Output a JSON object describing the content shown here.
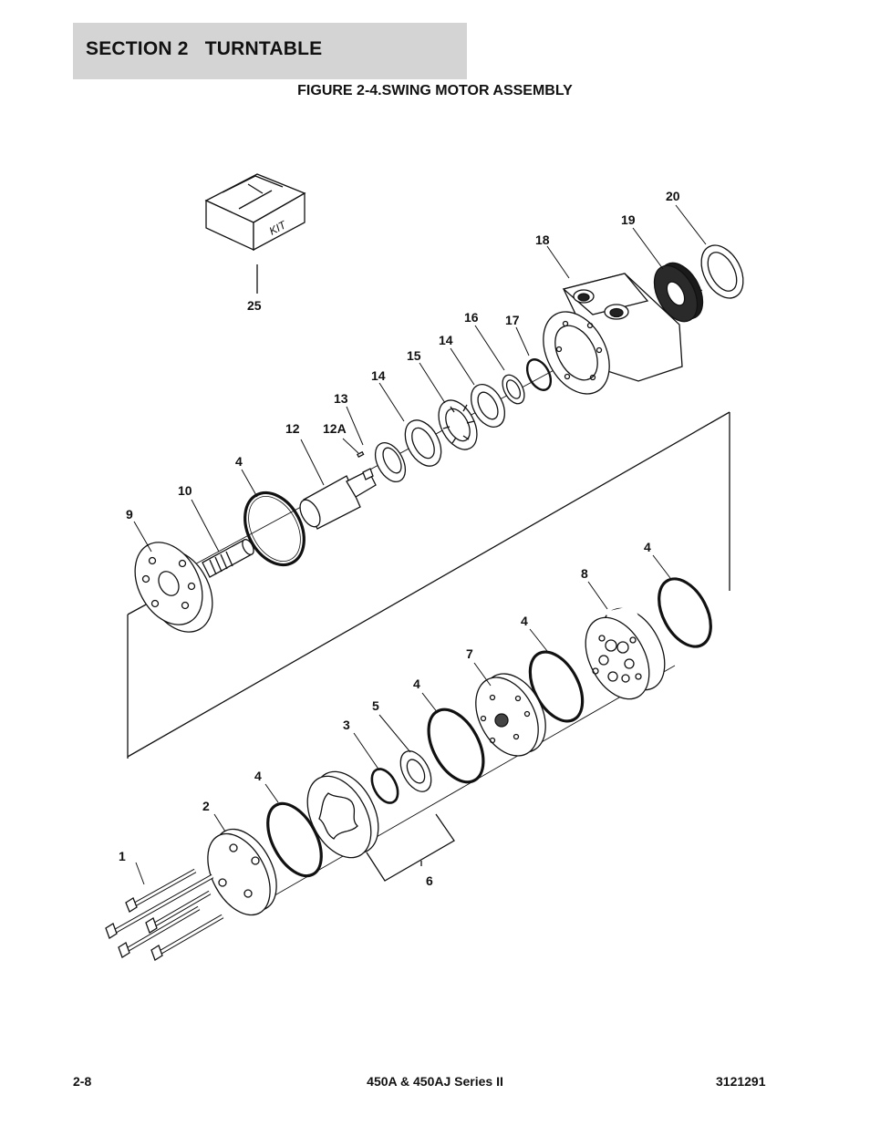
{
  "header": {
    "section_title": "SECTION 2   TURNTABLE",
    "figure_title": "FIGURE 2-4.SWING MOTOR ASSEMBLY"
  },
  "diagram": {
    "kit_label": "KIT",
    "callouts": {
      "c1": "1",
      "c2": "2",
      "c3": "3",
      "c4a": "4",
      "c4b": "4",
      "c4c": "4",
      "c4d": "4",
      "c4e": "4",
      "c5": "5",
      "c6": "6",
      "c7": "7",
      "c8": "8",
      "c9": "9",
      "c10": "10",
      "c12": "12",
      "c12a": "12A",
      "c13": "13",
      "c14a": "14",
      "c14b": "14",
      "c15": "15",
      "c16": "16",
      "c17": "17",
      "c18": "18",
      "c19": "19",
      "c20": "20",
      "c25": "25"
    }
  },
  "footer": {
    "page": "2-8",
    "model": "450A & 450AJ Series II",
    "doc_number": "3121291"
  }
}
